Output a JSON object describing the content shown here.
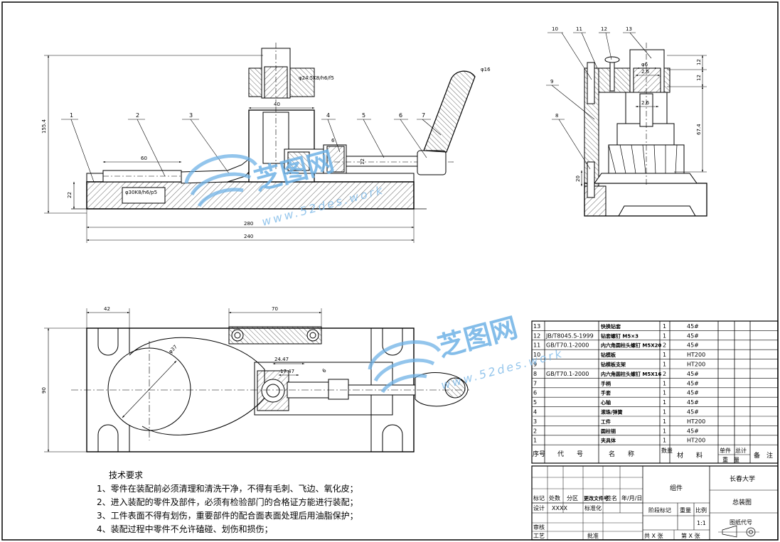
{
  "drawing": {
    "front_view": {
      "dims": {
        "h_total": "155.4",
        "h_base": "22",
        "w_60": "60",
        "w_40": "40",
        "w_280": "280",
        "w_240": "240",
        "w_6": "6",
        "w_12": "12",
        "fit_top": "φ24.5K8/h6/f5",
        "fit_bot": "φ30K8/h6/p5",
        "handle": "φ16"
      },
      "part_balloons": [
        "1",
        "2",
        "3",
        "4",
        "5",
        "6",
        "7"
      ]
    },
    "side_view": {
      "dims": {
        "d1": "φ6",
        "d2": "2.6",
        "d3": "2.6",
        "h1": "12",
        "h2": "12",
        "h3": "67.4",
        "h4": "20"
      },
      "part_balloons": [
        "10",
        "11",
        "12",
        "13",
        "9",
        "8"
      ]
    },
    "top_view": {
      "dims": {
        "w_42": "42",
        "w_70": "70",
        "h_90": "90",
        "d_37": "φ37",
        "w_24": "24.47",
        "w_17": "17.47",
        "w_6": "6"
      }
    }
  },
  "bom": {
    "rows": [
      {
        "no": "13",
        "code": "",
        "name": "快换钻套",
        "qty": "1",
        "material": "45#"
      },
      {
        "no": "12",
        "code": "JB/T8045.5-1999",
        "name": "钻套螺钉 M5×3",
        "qty": "1",
        "material": "45#"
      },
      {
        "no": "11",
        "code": "GB/T70.1-2000",
        "name": "内六角圆柱头螺钉 M5X20",
        "qty": "2",
        "material": "45#"
      },
      {
        "no": "10",
        "code": "",
        "name": "钻模板",
        "qty": "1",
        "material": "HT200"
      },
      {
        "no": "9",
        "code": "",
        "name": "钻模板支架",
        "qty": "1",
        "material": "HT200"
      },
      {
        "no": "8",
        "code": "GB/T70.1-2000",
        "name": "内六角圆柱头螺钉 M5X16",
        "qty": "2",
        "material": "45#"
      },
      {
        "no": "7",
        "code": "",
        "name": "手柄",
        "qty": "1",
        "material": "45#"
      },
      {
        "no": "6",
        "code": "",
        "name": "手套",
        "qty": "1",
        "material": "45#"
      },
      {
        "no": "5",
        "code": "",
        "name": "心轴",
        "qty": "1",
        "material": "45#"
      },
      {
        "no": "4",
        "code": "",
        "name": "滚珠/弹簧",
        "qty": "1",
        "material": "45#"
      },
      {
        "no": "3",
        "code": "",
        "name": "工件",
        "qty": "1",
        "material": "HT200"
      },
      {
        "no": "2",
        "code": "",
        "name": "圆柱销",
        "qty": "1",
        "material": "45#"
      },
      {
        "no": "1",
        "code": "",
        "name": "夹具体",
        "qty": "1",
        "material": "HT200"
      }
    ],
    "header": {
      "no": "序号",
      "code": "代　　号",
      "name": "名　　称",
      "qty": "数量",
      "material": "材　　料",
      "unit": "单件",
      "total": "总计",
      "weight": "重　量",
      "remark": "备　注"
    }
  },
  "title_block": {
    "org": "长春大学",
    "title": "总装图",
    "drawing_no": "图纸代号",
    "assembly": "组件",
    "labels": {
      "mark": "标记",
      "count": "处数",
      "zone": "分区",
      "change_doc": "更改文件号",
      "sign": "签名",
      "date": "年/月/日",
      "design": "设计",
      "design_name": "XXXX",
      "standard": "标准化",
      "stage": "阶段标记",
      "weight": "重量",
      "scale": "比例",
      "review": "审核",
      "process": "工艺",
      "approve": "批准",
      "sheets_total": "共 X 张",
      "sheet_no": "第 X 张"
    },
    "scale_value": "1:1"
  },
  "notes": {
    "title": "技术要求",
    "items": [
      "1、零件在装配前必须清理和清洗干净，不得有毛刺、飞边、氧化皮；",
      "2、进入装配的零件及部件，必须有检验部门的合格证方能进行装配；",
      "3、工件表面不得有划伤，重要部件的配合面表面处理后用油脂保护；",
      "4、装配过程中零件不允许磕碰、划伤和损伤；"
    ]
  },
  "watermark": {
    "brand": "芝图网",
    "url": "www.52des.work"
  },
  "colors": {
    "line": "#000000",
    "watermark": "#6fb2e6"
  }
}
